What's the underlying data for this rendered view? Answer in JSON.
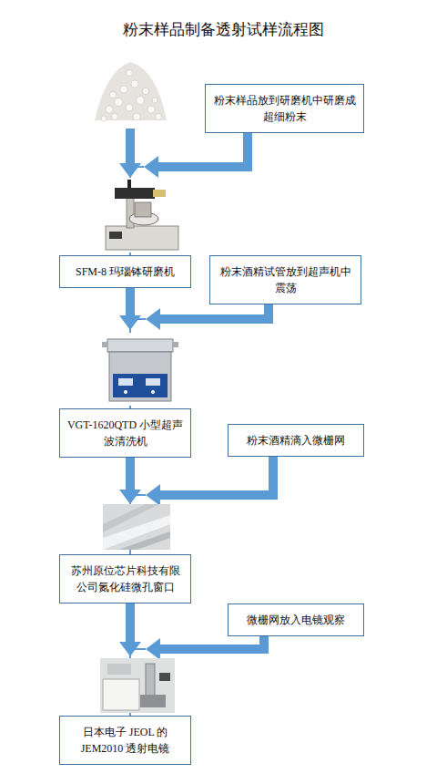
{
  "diagram": {
    "title": "粉末样品制备透射试样流程图",
    "nodes": [
      {
        "text": [
          "粉末样品放到研磨机中研磨成超细粉末"
        ]
      },
      {
        "text": [
          "SFM-8 玛瑙钵研磨机"
        ]
      },
      {
        "text": [
          "粉末酒精试管放到超声机中震荡"
        ]
      },
      {
        "text": [
          "VGT-1620QTD 小型超声波清洗机"
        ]
      },
      {
        "text": [
          "粉末酒精滴入微栅网"
        ]
      },
      {
        "text": [
          "苏州原位芯片科技有限公司氮化硅微孔窗口"
        ]
      },
      {
        "text": [
          "微栅网放入电镜观察"
        ]
      },
      {
        "text": [
          "日本电子 JEOL 的 JEM2010 透射电镜"
        ]
      }
    ],
    "edges": [
      {
        "from": 0,
        "to": 1,
        "arrow": "to"
      },
      {
        "from": 1,
        "to": 3,
        "arrow": "to"
      },
      {
        "from": 2,
        "to": 3,
        "arrow": "to"
      },
      {
        "from": 3,
        "to": 5,
        "arrow": "to"
      },
      {
        "from": 4,
        "to": 5,
        "arrow": "to"
      },
      {
        "from": 5,
        "to": 7,
        "arrow": "to"
      },
      {
        "from": 6,
        "to": 7,
        "arrow": "to"
      }
    ]
  }
}
